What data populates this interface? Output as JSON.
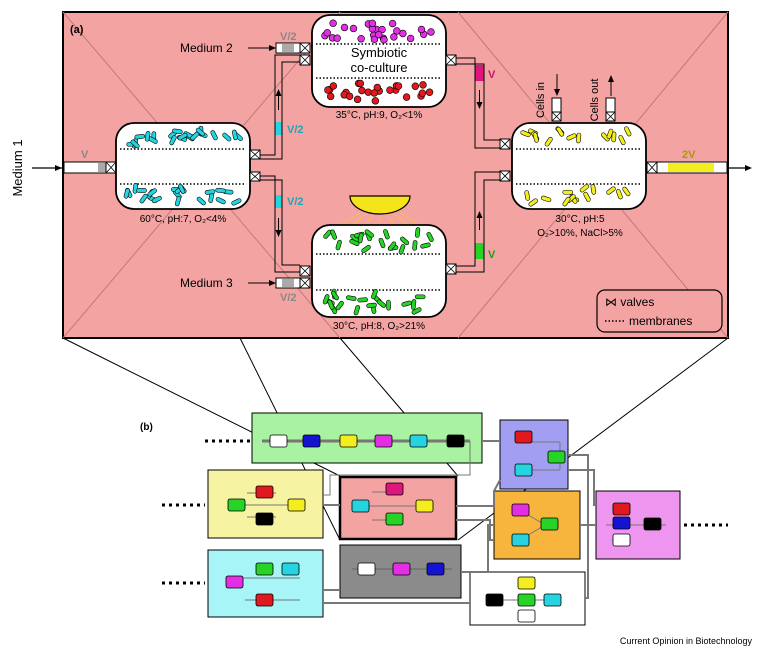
{
  "panel_a": {
    "label": "(a)",
    "medium1": "Medium 1",
    "medium2": "Medium 2",
    "medium3": "Medium 3",
    "flow_v": "V",
    "flow_v2_top": "V/2",
    "flow_v2_mid_up": "V/2",
    "flow_v2_mid_down": "V/2",
    "flow_v2_bottom": "V/2",
    "flow_v_pink": "V",
    "flow_v_green": "V",
    "flow_2v": "2V",
    "symbiotic_line1": "Symbiotic",
    "symbiotic_line2": "co-culture",
    "cond_left": "60°C, pH:7, O₂<4%",
    "cond_top": "35°C, pH:9, O₂<1%",
    "cond_bottom": "30°C, pH:8, O₂>21%",
    "cond_right_1": "30°C, pH:5",
    "cond_right_2": "O₂>10%, NaCl>5%",
    "cells_in": "Cells in",
    "cells_out": "Cells out",
    "legend_valves": "⋈ valves",
    "legend_membranes": "membranes",
    "colors": {
      "panel_bg": "#f4a3a3",
      "cyan": "#25d4e0",
      "magenta": "#e22fe3",
      "red": "#e0191f",
      "green": "#27d327",
      "yellow": "#f5ee1f",
      "pink_v": "#e0157d",
      "sun": "#f5e41a"
    }
  },
  "panel_b": {
    "label": "(b)",
    "colors": {
      "green_box": "#a9f2a2",
      "yellow_box": "#f6f3a2",
      "cyan_box": "#a7f5f7",
      "pink_box": "#f4a3a3",
      "gray_box": "#8b8b8b",
      "blue_box": "#a29ff2",
      "orange_box": "#f8b53d",
      "violet_box": "#ee95ef",
      "white_box": "#ffffff"
    }
  },
  "credit": "Current Opinion in Biotechnology"
}
